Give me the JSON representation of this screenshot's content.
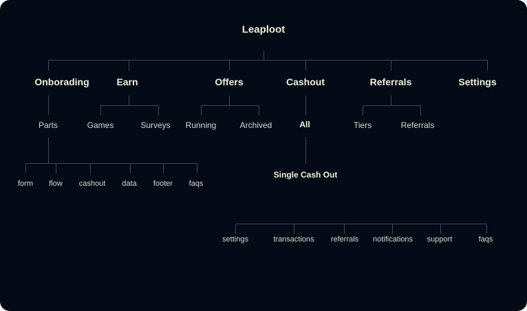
{
  "root": "Leaploot",
  "sections": {
    "onborading": {
      "label": "Onborading",
      "children": [
        "Parts"
      ]
    },
    "earn": {
      "label": "Earn",
      "children": [
        "Games",
        "Surveys"
      ]
    },
    "offers": {
      "label": "Offers",
      "children": [
        "Running",
        "Archived"
      ]
    },
    "cashout": {
      "label": "Cashout",
      "children": [
        "All"
      ],
      "sub": "Single Cash Out"
    },
    "referrals": {
      "label": "Referrals",
      "children": [
        "Tiers",
        "Referrals"
      ]
    },
    "settings": {
      "label": "Settings"
    }
  },
  "parts_children": [
    "form",
    "flow",
    "cashout",
    "data",
    "footer",
    "faqs"
  ],
  "single_cash_out_children": [
    "settings",
    "transactions",
    "referrals",
    "notifications",
    "support",
    "faqs"
  ],
  "colors": {
    "background": "#040a16",
    "line": "#3e4a5a",
    "text": "#f0f0d8"
  }
}
